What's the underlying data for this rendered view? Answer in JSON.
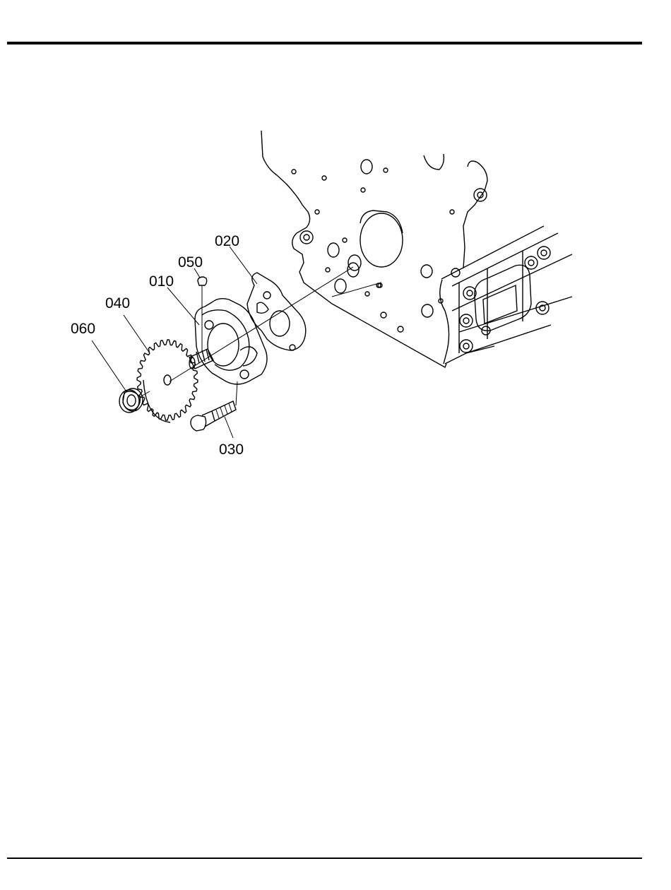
{
  "diagram": {
    "parts": [
      {
        "id": "010",
        "label": "010"
      },
      {
        "id": "020",
        "label": "020"
      },
      {
        "id": "030",
        "label": "030"
      },
      {
        "id": "040",
        "label": "040"
      },
      {
        "id": "050",
        "label": "050"
      },
      {
        "id": "060",
        "label": "060"
      }
    ]
  }
}
